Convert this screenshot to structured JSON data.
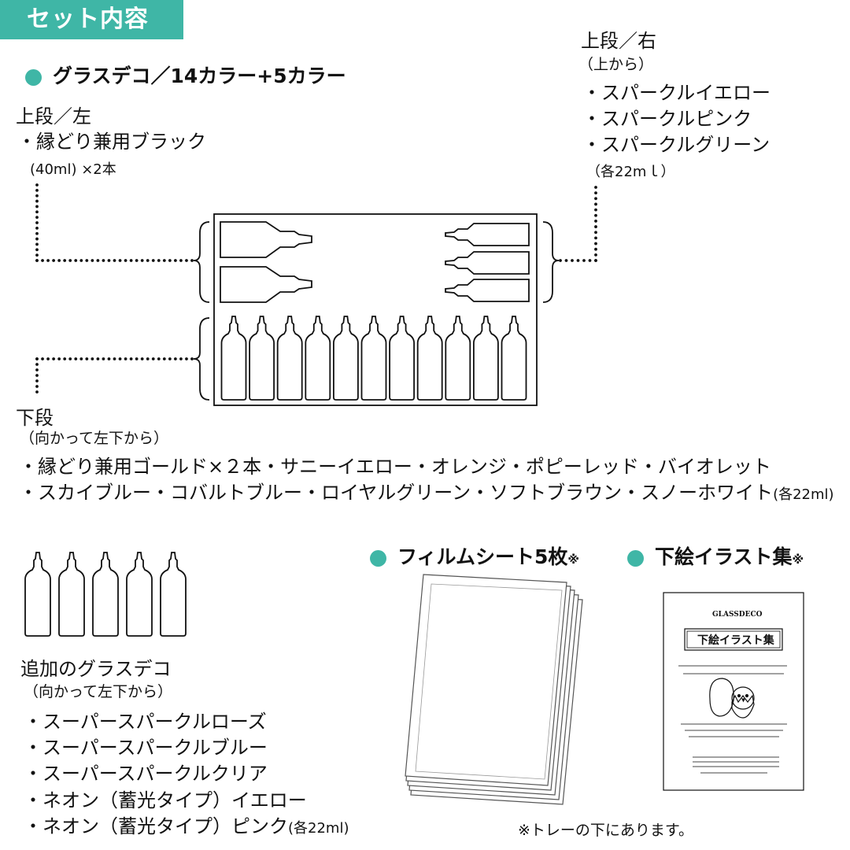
{
  "header": {
    "tag": "セット内容"
  },
  "section_main": {
    "title": "グラスデコ／14カラー+5カラー"
  },
  "upper_left": {
    "heading": "上段／左",
    "item": "・縁どり兼用ブラック",
    "note": "(40ml) ×2本"
  },
  "upper_right": {
    "heading": "上段／右",
    "sub": "（上から）",
    "items": [
      "・スパークルイエロー",
      "・スパークルピンク",
      "・スパークルグリーン"
    ],
    "note": "（各22mｌ）"
  },
  "lower": {
    "heading": "下段",
    "sub": "（向かって左下から）",
    "line1": "・縁どり兼用ゴールド×２本・サニーイエロー・オレンジ・ポピーレッド・バイオレット",
    "line2": "・スカイブルー・コバルトブルー・ロイヤルグリーン・ソフトブラウン・スノーホワイト",
    "line2_note": "(各22ml)"
  },
  "additional": {
    "heading": "追加のグラスデコ",
    "sub": "（向かって左下から）",
    "items": [
      "・スーパースパークルローズ",
      "・スーパースパークルブルー",
      "・スーパースパークルクリア",
      "・ネオン（蓄光タイプ）イエロー",
      "・ネオン（蓄光タイプ）ピンク"
    ],
    "last_note": "(各22ml)"
  },
  "film": {
    "title": "フィルムシート5枚",
    "mark": "※"
  },
  "illust": {
    "title": "下絵イラスト集",
    "mark": "※",
    "booklet_title": "下絵イラスト集",
    "booklet_logo": "GLASSDECO"
  },
  "footnote": "※トレーの下にあります。",
  "colors": {
    "accent": "#3fb6a6",
    "text": "#111111"
  },
  "icons": {
    "bullet": "teal-dot-icon",
    "bottle": "bottle-outline-icon"
  }
}
